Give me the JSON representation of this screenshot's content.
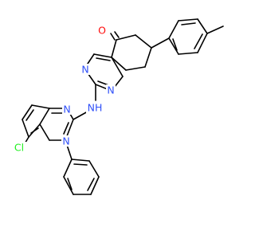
{
  "molecule": {
    "labels": {
      "carbonyl_o": "O",
      "pyrimidine_n_upper": "N",
      "pyrimidine_n_lower": "N",
      "amine_nh": "NH",
      "quinazoline_n_upper": "N",
      "quinazoline_n_lower": "N",
      "chlorine": "Cl"
    },
    "colors": {
      "bond": "#000000",
      "oxygen": "#ff0d0d",
      "nitrogen": "#3050f8",
      "chlorine": "#1ff01f",
      "background": "#ffffff"
    }
  }
}
